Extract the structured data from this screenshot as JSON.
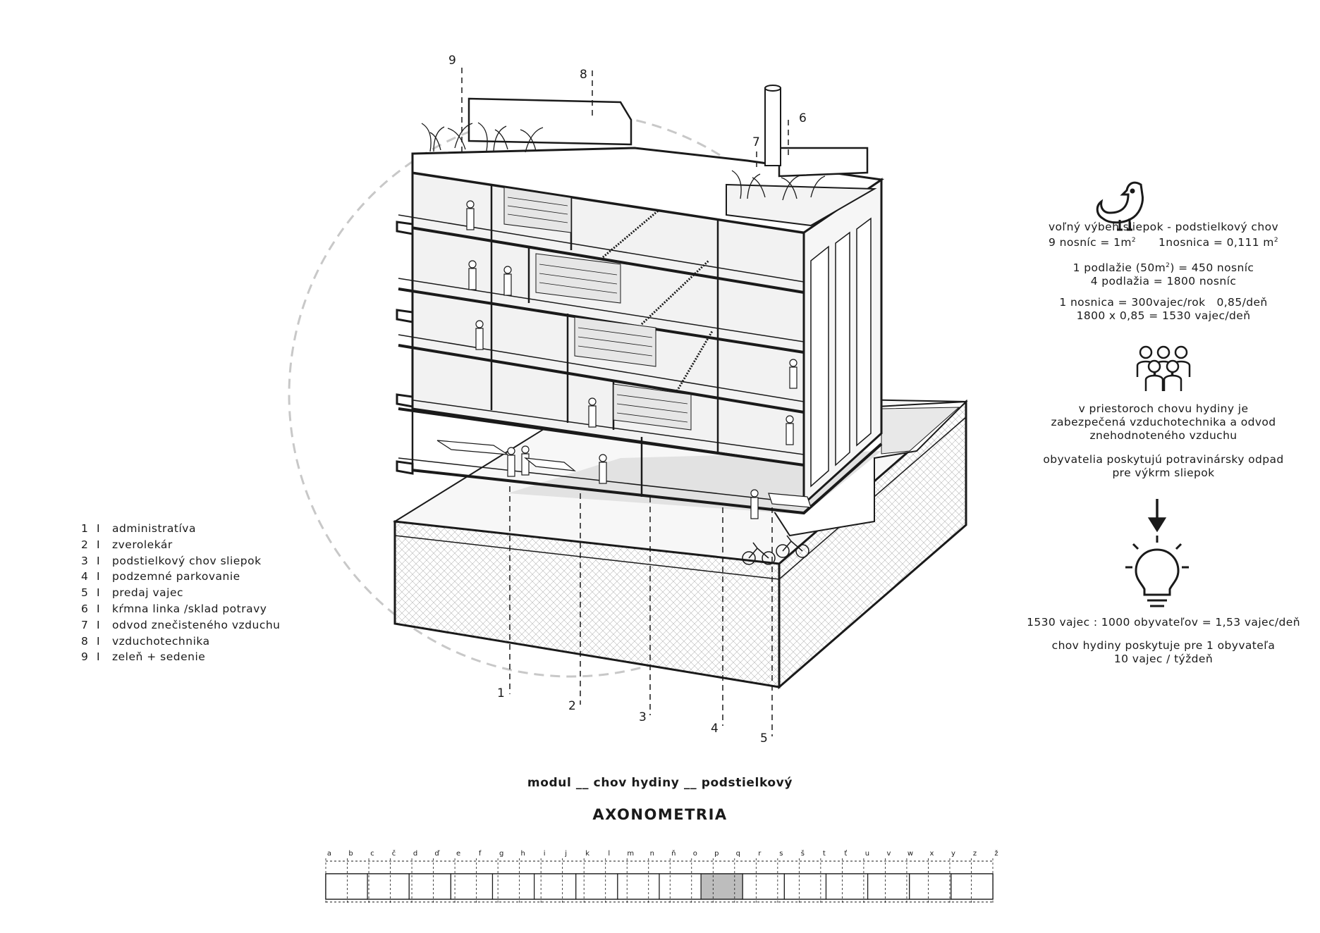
{
  "legend": {
    "separator": "I",
    "items": [
      {
        "num": "1",
        "label": "administratíva"
      },
      {
        "num": "2",
        "label": "zverolekár"
      },
      {
        "num": "3",
        "label": "podstielkový chov sliepok"
      },
      {
        "num": "4",
        "label": "podzemné parkovanie"
      },
      {
        "num": "5",
        "label": "predaj vajec"
      },
      {
        "num": "6",
        "label": "kŕmna linka /sklad potravy"
      },
      {
        "num": "7",
        "label": "odvod znečisteného vzduchu"
      },
      {
        "num": "8",
        "label": "vzduchotechnika"
      },
      {
        "num": "9",
        "label": "zeleň + sedenie"
      }
    ]
  },
  "info": {
    "block1": {
      "line1": "voľný výbeh sliepok - podstielkový chov",
      "line2_a": "9 nosníc = 1m",
      "line2_sup1": "2",
      "line2_b": "1nosnica = 0,111 m",
      "line2_sup2": "2"
    },
    "block2": {
      "line1_a": "1 podlažie (50m",
      "line1_sup": "2",
      "line1_b": ") = 450 nosníc",
      "line2": "4 podlažia = 1800 nosníc"
    },
    "block3": {
      "line1_a": "1 nosnica = 300vajec/rok",
      "line1_b": "0,85/deň",
      "line2": "1800 x 0,85 = 1530 vajec/deň"
    },
    "block4": {
      "line1": "v priestoroch chovu hydiny je",
      "line2": "zabezpečená vzduchotechnika a odvod",
      "line3": "znehodnoteného vzduchu"
    },
    "block5": {
      "line1": "obyvatelia poskytujú potravinársky odpad",
      "line2": "pre výkrm sliepok"
    },
    "block6": {
      "line1": "1530 vajec : 1000 obyvateľov = 1,53 vajec/deň"
    },
    "block7": {
      "line1": "chov hydiny poskytuje pre 1 obyvateľa",
      "line2": "10 vajec / týždeň"
    }
  },
  "icons": [
    "chicken-icon",
    "people-group-icon",
    "arrow-down-icon",
    "lightbulb-icon"
  ],
  "callouts": {
    "c1": "1",
    "c2": "2",
    "c3": "3",
    "c4": "4",
    "c5": "5",
    "c6": "6",
    "c7": "7",
    "c8": "8",
    "c9": "9"
  },
  "titles": {
    "module": "modul __ chov hydiny __ podstielkový",
    "axonometry": "AXONOMETRIA"
  },
  "scale_bar": {
    "letters": [
      "a",
      "b",
      "c",
      "č",
      "d",
      "ď",
      "e",
      "f",
      "g",
      "h",
      "i",
      "j",
      "k",
      "l",
      "m",
      "n",
      "ň",
      "o",
      "p",
      "q",
      "r",
      "s",
      "š",
      "t",
      "ť",
      "u",
      "v",
      "w",
      "x",
      "y",
      "z",
      "ž"
    ],
    "highlighted_segment": 9
  },
  "colors": {
    "ink": "#1a1a1a",
    "wall": "#f2f2f2",
    "shade": "#dedede",
    "scale_highlight": "#bdbdbd",
    "circle": "#c8c8c8"
  }
}
